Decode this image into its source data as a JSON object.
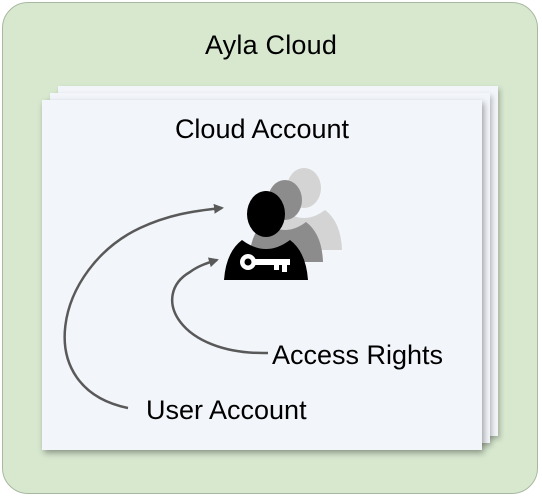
{
  "diagram": {
    "outer_title": "Ayla Cloud",
    "card_title": "Cloud Account",
    "labels": {
      "access_rights": "Access Rights",
      "user_account": "User Account"
    },
    "icons": {
      "main": "user-with-key-icon",
      "shadow": "user-silhouette-icon"
    },
    "colors": {
      "outer_fill": "#d7e8cf",
      "card_fill": "#f2f5f9",
      "arrow": "#595959",
      "icon": "#000000"
    }
  }
}
